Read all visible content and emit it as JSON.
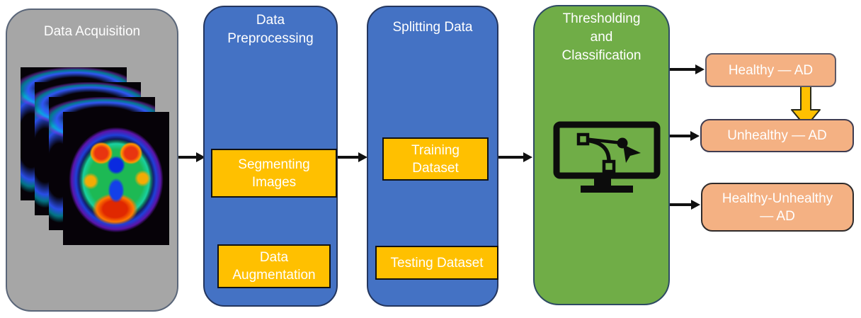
{
  "diagram": {
    "title_implied": "Alzheimer's disease classification pipeline",
    "stages": [
      {
        "id": "data-acquisition",
        "title": "Data Acquisition",
        "fill": "#A6A6A6",
        "icon": "pet-brain-scan-stack"
      },
      {
        "id": "data-preprocessing",
        "title": "Data\nPreprocessing",
        "fill": "#4472C4",
        "icon": "down-arrow",
        "steps": [
          {
            "label": "Segmenting\nImages"
          },
          {
            "label": "Data\nAugmentation"
          }
        ]
      },
      {
        "id": "splitting-data",
        "title": "Splitting Data",
        "fill": "#4472C4",
        "icon": "down-arrow",
        "steps": [
          {
            "label": "Training\nDataset"
          },
          {
            "label": "Testing Dataset"
          }
        ]
      },
      {
        "id": "thresholding-classification",
        "title": "Thresholding\nand\nClassification",
        "fill": "#70AD47",
        "icon": "monitor-with-bezier-pen"
      }
    ],
    "outputs": [
      {
        "label": "Healthy — AD"
      },
      {
        "label": "Unhealthy — AD"
      },
      {
        "label": "Healthy-Unhealthy\n— AD"
      }
    ],
    "colors": {
      "stage_gray": "#A6A6A6",
      "stage_blue": "#4472C4",
      "stage_green": "#70AD47",
      "step_yellow": "#FFC000",
      "output_peach": "#F4B183",
      "arrow_yellow": "#FFC000",
      "connector_black": "#111111",
      "text_white": "#FFFFFF"
    }
  }
}
